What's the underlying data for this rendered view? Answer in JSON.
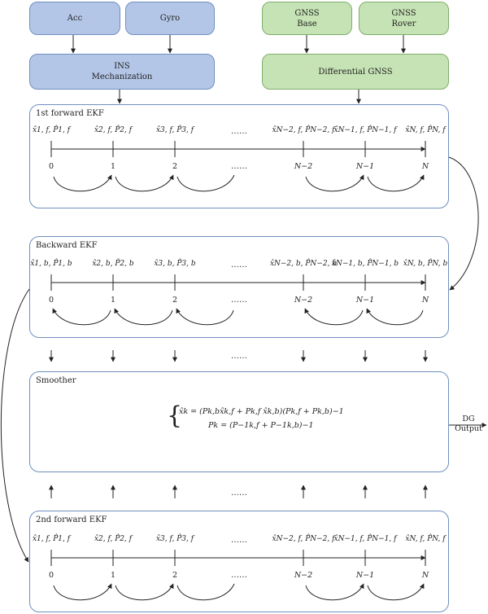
{
  "top_boxes": {
    "acc": "Acc",
    "gyro": "Gyro",
    "gnss_base": "GNSS\nBase",
    "gnss_rover": "GNSS\nRover",
    "ins": "INS\nMechanization",
    "dgnss": "Differential GNSS"
  },
  "panels": {
    "forward1": {
      "title": "1st forward EKF",
      "labels": [
        "x̂1, f, P̂1, f",
        "x̂2, f, P̂2, f",
        "x̂3, f, P̂3, f",
        "x̂N−2, f, P̂N−2, f",
        "x̂N−1, f, P̂N−1, f",
        "x̂N, f, P̂N, f"
      ]
    },
    "backward": {
      "title": "Backward EKF",
      "labels": [
        "x̂1, b, P̂1, b",
        "x̂2, b, P̂2, b",
        "x̂3, b, P̂3, b",
        "x̂N−2, b, P̂N−2, b",
        "x̂N−1, b, P̂N−1, b",
        "x̂N, b, P̂N, b"
      ]
    },
    "smoother": {
      "title": "Smoother",
      "eq1": "x̂k = (Pk,bx̂k,f + Pk,f x̂k,b)(Pk,f + Pk,b)−1",
      "eq2": "Pk = (P−1k,f + P−1k,b)−1"
    },
    "forward2": {
      "title": "2nd forward EKF",
      "labels": [
        "x̂1, f, P̂1, f",
        "x̂2, f, P̂2, f",
        "x̂3, f, P̂3, f",
        "x̂N−2, f, P̂N−2, f",
        "x̂N−1, f, P̂N−1, f",
        "x̂N, f, P̂N, f"
      ]
    }
  },
  "epochs": [
    "0",
    "1",
    "2",
    "N−2",
    "N−1",
    "N"
  ],
  "ellipsis": "……",
  "output": "DG\nOutput"
}
